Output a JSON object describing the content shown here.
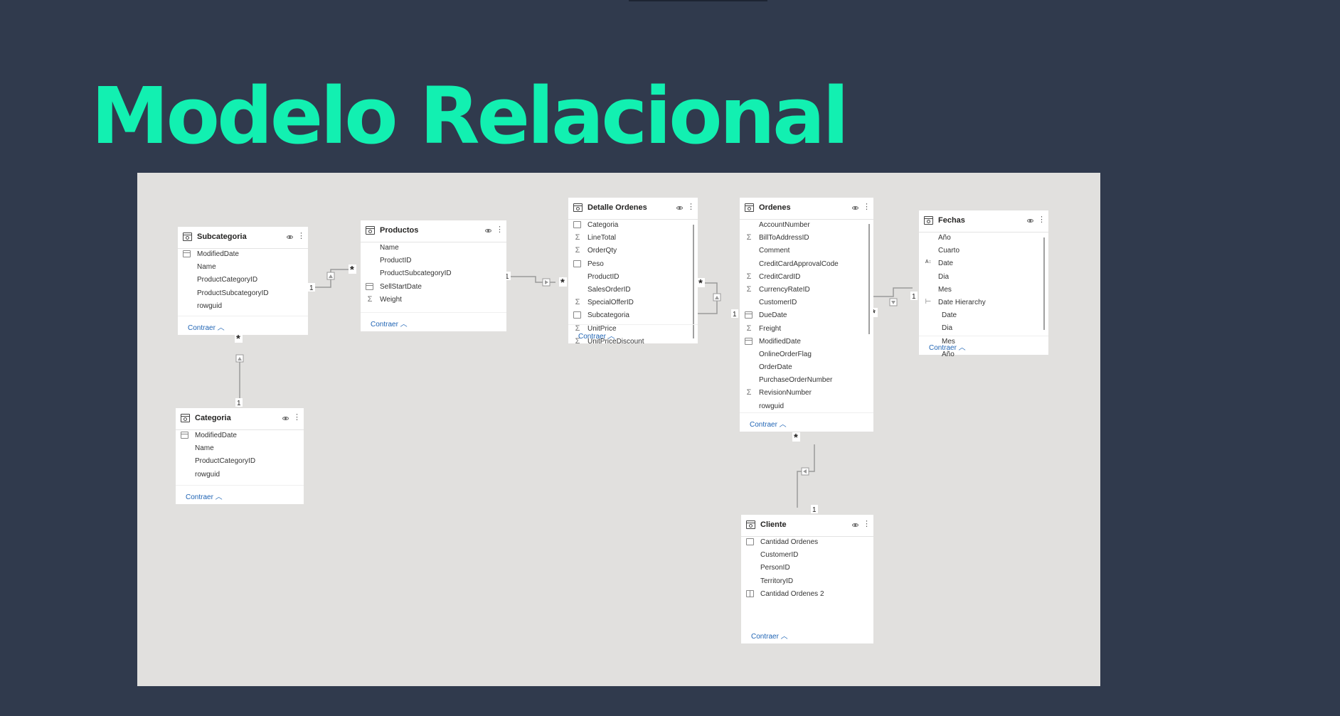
{
  "slide": {
    "title": "Modelo Relacional"
  },
  "footer_label": "Contraer",
  "tables": {
    "subcategoria": {
      "name": "Subcategoria",
      "fields": [
        {
          "label": "ModifiedDate",
          "icon": "calendar-icon"
        },
        {
          "label": "Name",
          "icon": ""
        },
        {
          "label": "ProductCategoryID",
          "icon": ""
        },
        {
          "label": "ProductSubcategoryID",
          "icon": ""
        },
        {
          "label": "rowguid",
          "icon": ""
        }
      ]
    },
    "productos": {
      "name": "Productos",
      "fields": [
        {
          "label": "Name",
          "icon": ""
        },
        {
          "label": "ProductID",
          "icon": ""
        },
        {
          "label": "ProductSubcategoryID",
          "icon": ""
        },
        {
          "label": "SellStartDate",
          "icon": "calendar-icon"
        },
        {
          "label": "Weight",
          "icon": "sigma-icon"
        }
      ]
    },
    "detalle_ordenes": {
      "name": "Detalle Ordenes",
      "fields": [
        {
          "label": "Categoria",
          "icon": "calculated-column-icon"
        },
        {
          "label": "LineTotal",
          "icon": "sigma-icon"
        },
        {
          "label": "OrderQty",
          "icon": "sigma-icon"
        },
        {
          "label": "Peso",
          "icon": "calculated-column-icon"
        },
        {
          "label": "ProductID",
          "icon": ""
        },
        {
          "label": "SalesOrderID",
          "icon": ""
        },
        {
          "label": "SpecialOfferID",
          "icon": "sigma-icon"
        },
        {
          "label": "Subcategoria",
          "icon": "calculated-column-icon"
        },
        {
          "label": "UnitPrice",
          "icon": "sigma-icon"
        },
        {
          "label": "UnitPriceDiscount",
          "icon": "sigma-icon"
        }
      ]
    },
    "ordenes": {
      "name": "Ordenes",
      "fields": [
        {
          "label": "AccountNumber",
          "icon": ""
        },
        {
          "label": "BillToAddressID",
          "icon": "sigma-icon"
        },
        {
          "label": "Comment",
          "icon": ""
        },
        {
          "label": "CreditCardApprovalCode",
          "icon": ""
        },
        {
          "label": "CreditCardID",
          "icon": "sigma-icon"
        },
        {
          "label": "CurrencyRateID",
          "icon": "sigma-icon"
        },
        {
          "label": "CustomerID",
          "icon": ""
        },
        {
          "label": "DueDate",
          "icon": "calendar-icon"
        },
        {
          "label": "Freight",
          "icon": "sigma-icon"
        },
        {
          "label": "ModifiedDate",
          "icon": "calendar-icon"
        },
        {
          "label": "OnlineOrderFlag",
          "icon": ""
        },
        {
          "label": "OrderDate",
          "icon": ""
        },
        {
          "label": "PurchaseOrderNumber",
          "icon": ""
        },
        {
          "label": "RevisionNumber",
          "icon": "sigma-icon"
        },
        {
          "label": "rowguid",
          "icon": ""
        }
      ]
    },
    "fechas": {
      "name": "Fechas",
      "fields": [
        {
          "label": "Año",
          "icon": ""
        },
        {
          "label": "Cuarto",
          "icon": ""
        },
        {
          "label": "Date",
          "icon": "text-date-icon"
        },
        {
          "label": "Dia",
          "icon": ""
        },
        {
          "label": "Mes",
          "icon": ""
        },
        {
          "label": "Date Hierarchy",
          "icon": "hierarchy-icon"
        },
        {
          "label": "Date",
          "icon": "",
          "indent": true
        },
        {
          "label": "Dia",
          "icon": "",
          "indent": true
        },
        {
          "label": "Mes",
          "icon": "",
          "indent": true
        },
        {
          "label": "Año",
          "icon": "",
          "indent": true
        }
      ]
    },
    "categoria": {
      "name": "Categoria",
      "fields": [
        {
          "label": "ModifiedDate",
          "icon": "calendar-icon"
        },
        {
          "label": "Name",
          "icon": ""
        },
        {
          "label": "ProductCategoryID",
          "icon": ""
        },
        {
          "label": "rowguid",
          "icon": ""
        }
      ]
    },
    "cliente": {
      "name": "Cliente",
      "fields": [
        {
          "label": "Cantidad Ordenes",
          "icon": "calculated-column-icon"
        },
        {
          "label": "CustomerID",
          "icon": ""
        },
        {
          "label": "PersonID",
          "icon": ""
        },
        {
          "label": "TerritoryID",
          "icon": ""
        },
        {
          "label": "Cantidad Ordenes 2",
          "icon": "measure-icon"
        }
      ]
    }
  },
  "relationships": [
    {
      "from": "Subcategoria",
      "to": "Productos",
      "from_cardinality": "1",
      "to_cardinality": "*"
    },
    {
      "from": "Productos",
      "to": "Detalle Ordenes",
      "from_cardinality": "1",
      "to_cardinality": "*"
    },
    {
      "from": "Ordenes",
      "to": "Detalle Ordenes",
      "from_cardinality": "1",
      "to_cardinality": "*"
    },
    {
      "from": "Fechas",
      "to": "Ordenes",
      "from_cardinality": "1",
      "to_cardinality": "*"
    },
    {
      "from": "Categoria",
      "to": "Subcategoria",
      "from_cardinality": "1",
      "to_cardinality": "*"
    },
    {
      "from": "Cliente",
      "to": "Ordenes",
      "from_cardinality": "1",
      "to_cardinality": "*"
    }
  ]
}
